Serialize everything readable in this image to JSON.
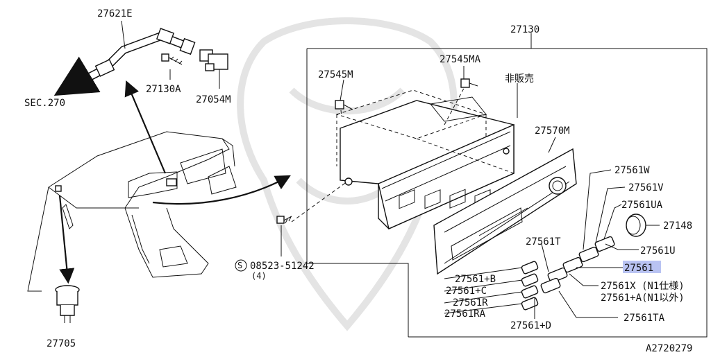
{
  "diagram_id": "A2720279",
  "assembly": "27130",
  "not_for_sale": "非販売",
  "sec_ref": "SEC.270",
  "screw_qty": "(4)",
  "parts": {
    "p27621E": "27621E",
    "p27130A": "27130A",
    "p27054M": "27054M",
    "p27545M": "27545M",
    "p27545MA": "27545MA",
    "p27570M": "27570M",
    "p27561W": "27561W",
    "p27561V": "27561V",
    "p27561UA": "27561UA",
    "p27148": "27148",
    "p27561U": "27561U",
    "p27561T": "27561T",
    "p27561": "27561",
    "p27561X": "27561X (N1仕様)",
    "p27561A": "27561+A(N1以外)",
    "p27561B": "27561+B",
    "p27561C": "27561+C",
    "p27561R": "27561R",
    "p27561RA": "27561RA",
    "p27561D": "27561+D",
    "p27561TA": "27561TA",
    "p08523": "08523-51242",
    "p27705": "27705"
  },
  "colors": {
    "line": "#111111",
    "highlight": "#b9c3f2",
    "watermark": "#e4e4e4"
  }
}
